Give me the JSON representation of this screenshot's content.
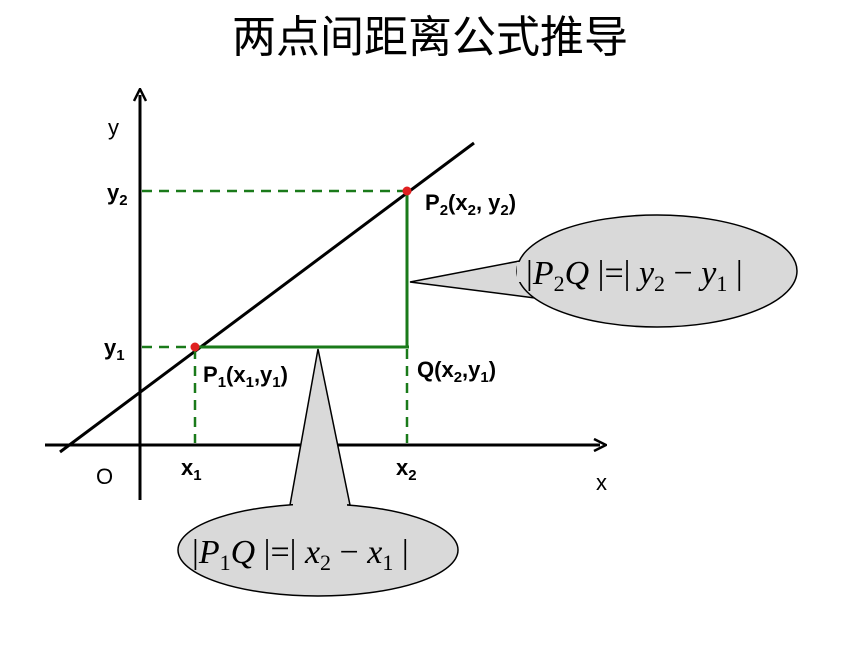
{
  "title": "两点间距离公式推导",
  "axes": {
    "y_label": "y",
    "x_label": "x",
    "origin_label": "O"
  },
  "ticks": {
    "y2": {
      "main": "y",
      "sub": "2"
    },
    "y1": {
      "main": "y",
      "sub": "1"
    },
    "x1": {
      "main": "x",
      "sub": "1"
    },
    "x2": {
      "main": "x",
      "sub": "2"
    }
  },
  "points": {
    "p2": {
      "name": "P",
      "name_sub": "2",
      "open": "(x",
      "sub_a": "2",
      "mid": ", y",
      "sub_b": "2",
      "close": ")"
    },
    "p1": {
      "name": "P",
      "name_sub": "1",
      "open": "(x",
      "sub_a": "1",
      "mid": ",y",
      "sub_b": "1",
      "close": ")"
    },
    "q": {
      "name": "Q",
      "open": "(x",
      "sub_a": "2",
      "mid": ",y",
      "sub_b": "1",
      "close": ")"
    }
  },
  "callouts": {
    "vertical": {
      "bar1": "|",
      "P": "P",
      "P_sub": "2",
      "Q": "Q",
      "eq": " |=| ",
      "a": "y",
      "a_sub": "2",
      "minus": " − ",
      "b": "y",
      "b_sub": "1",
      "bar2": " |"
    },
    "horizontal": {
      "bar1": "|",
      "P": "P",
      "P_sub": "1",
      "Q": "Q",
      "eq": " |=| ",
      "a": "x",
      "a_sub": "2",
      "minus": " − ",
      "b": "x",
      "b_sub": "1",
      "bar2": " |"
    }
  },
  "colors": {
    "axis": "#000000",
    "line": "#000000",
    "guide": "#1a7a1a",
    "point": "#e02020",
    "callout_fill": "#d9d9d9",
    "callout_stroke": "#000000"
  }
}
